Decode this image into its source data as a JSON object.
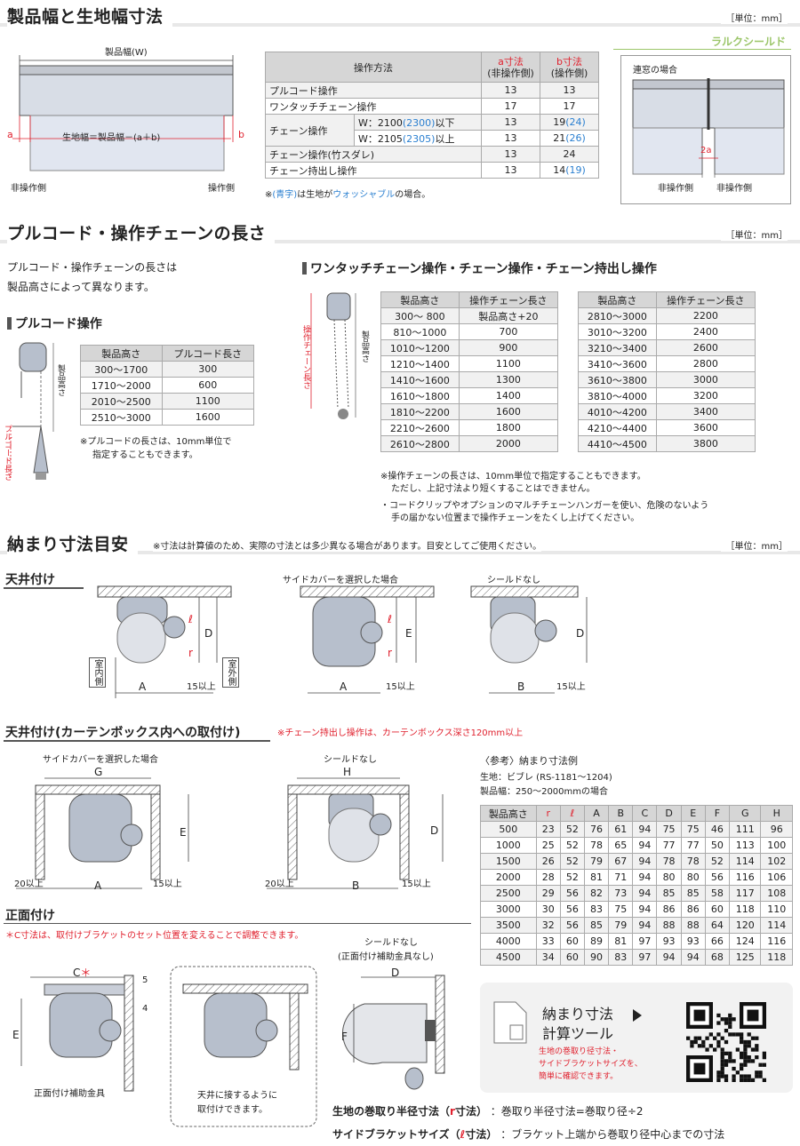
{
  "sec1": {
    "title": "製品幅と生地幅寸法",
    "unit": "［単位：mm］",
    "brand": "ラルクシールド",
    "fig": {
      "product_width": "製品幅(W)",
      "a": "a",
      "b": "b",
      "cloth": "生地幅＝製品幅－(a＋b)",
      "left": "非操作側",
      "right": "操作側"
    },
    "table": {
      "h_method": "操作方法",
      "h_a": "a寸法",
      "h_a2": "(非操作側)",
      "h_b": "b寸法",
      "h_b2": "(操作側)",
      "rows": [
        {
          "m": "プルコード操作",
          "a": "13",
          "b": "13"
        },
        {
          "m": "ワンタッチチェーン操作",
          "a": "17",
          "b": "17"
        },
        {
          "m": "チェーン操作",
          "sub1": "W：2100",
          "sub1b": "(2300)",
          "sub1c": "以下",
          "a1": "13",
          "b1": "19",
          "b1b": "(24)",
          "sub2": "W：2105",
          "sub2b": "(2305)",
          "sub2c": "以上",
          "a2": "13",
          "b2": "21",
          "b2b": "(26)"
        },
        {
          "m": "チェーン操作(竹スダレ)",
          "a": "13",
          "b": "24"
        },
        {
          "m": "チェーン持出し操作",
          "a": "13",
          "b": "14",
          "bb": "(19)"
        }
      ],
      "note1": "※",
      "note2": "(青字)",
      "note3": "は生地が",
      "note4": "ウォッシャブル",
      "note5": "の場合。"
    },
    "renso": {
      "title": "連窓の場合",
      "dim": "2a",
      "l": "非操作側",
      "r": "非操作側"
    }
  },
  "sec2": {
    "title": "プルコード・操作チェーンの長さ",
    "unit": "［単位：mm］",
    "intro1": "プルコード・操作チェーンの長さは",
    "intro2": "製品高さによって異なります。",
    "pull": {
      "title": "プルコード操作",
      "h1": "製品高さ",
      "h2": "プルコード長さ",
      "rows": [
        [
          "300～1700",
          "300"
        ],
        [
          "1710～2000",
          "600"
        ],
        [
          "2010～2500",
          "1100"
        ],
        [
          "2510～3000",
          "1600"
        ]
      ],
      "note1": "※プルコードの長さは、10mm単位で",
      "note2": "指定することもできます。",
      "fig_h": "製品高さ",
      "fig_c": "プルコード長さ"
    },
    "chain": {
      "title": "ワンタッチチェーン操作・チェーン操作・チェーン持出し操作",
      "h1": "製品高さ",
      "h2": "操作チェーン長さ",
      "rows1": [
        [
          "300～ 800",
          "製品高さ+20"
        ],
        [
          "810～1000",
          "700"
        ],
        [
          "1010～1200",
          "900"
        ],
        [
          "1210～1400",
          "1100"
        ],
        [
          "1410～1600",
          "1300"
        ],
        [
          "1610～1800",
          "1400"
        ],
        [
          "1810～2200",
          "1600"
        ],
        [
          "2210～2600",
          "1800"
        ],
        [
          "2610～2800",
          "2000"
        ]
      ],
      "rows2": [
        [
          "2810～3000",
          "2200"
        ],
        [
          "3010～3200",
          "2400"
        ],
        [
          "3210～3400",
          "2600"
        ],
        [
          "3410～3600",
          "2800"
        ],
        [
          "3610～3800",
          "3000"
        ],
        [
          "3810～4000",
          "3200"
        ],
        [
          "4010～4200",
          "3400"
        ],
        [
          "4210～4400",
          "3600"
        ],
        [
          "4410～4500",
          "3800"
        ]
      ],
      "note1": "※操作チェーンの長さは、10mm単位で指定することもできます。",
      "note2": "ただし、上記寸法より短くすることはできません。",
      "note3": "・コードクリップやオプションのマルチチェーンハンガーを使い、危険のないよう",
      "note4": "手の届かない位置まで操作チェーンをたくし上げてください。",
      "fig_c": "操作チェーン長さ",
      "fig_h": "製品高さ"
    }
  },
  "sec3": {
    "title": "納まり寸法目安",
    "note": "※寸法は計算値のため、実際の寸法とは多少異なる場合があります。目安としてご使用ください。",
    "unit": "［単位：mm］",
    "ceil": {
      "title": "天井付け",
      "f1": "",
      "f2": "サイドカバーを選択した場合",
      "f3": "シールドなし",
      "in": "室内側",
      "out": "室外側",
      "A": "A",
      "B": "B",
      "D": "D",
      "E": "E",
      "l": "ℓ",
      "r": "r",
      "m15": "15以上"
    },
    "box": {
      "title": "天井付け(カーテンボックス内への取付け)",
      "note": "※チェーン持出し操作は、カーテンボックス深さ120mm以上",
      "f1": "サイドカバーを選択した場合",
      "f2": "シールドなし",
      "G": "G",
      "H": "H",
      "E": "E",
      "D": "D",
      "A": "A",
      "B": "B",
      "m20": "20以上",
      "m15": "15以上"
    },
    "front": {
      "title": "正面付け",
      "note": "＊C寸法は、取付けブラケットのセット位置を変えることで調整できます。",
      "C": "C",
      "star": "＊",
      "E": "E",
      "d5": "5",
      "d4": "4",
      "bracket": "正面付け補助金具",
      "alt1": "天井に接するように",
      "alt2": "取付けできます。",
      "f3a": "シールドなし",
      "f3b": "(正面付け補助金具なし)",
      "D": "D",
      "F": "F"
    },
    "ref": {
      "title": "〈参考〉納まり寸法例",
      "cloth": "生地：ビブレ (RS-1181～1204)",
      "width": "製品幅：250～2000mmの場合",
      "headers": [
        "製品高さ",
        "r",
        "ℓ",
        "A",
        "B",
        "C",
        "D",
        "E",
        "F",
        "G",
        "H"
      ],
      "rows": [
        [
          "500",
          "23",
          "52",
          "76",
          "61",
          "94",
          "75",
          "75",
          "46",
          "111",
          "96"
        ],
        [
          "1000",
          "25",
          "52",
          "78",
          "65",
          "94",
          "77",
          "77",
          "50",
          "113",
          "100"
        ],
        [
          "1500",
          "26",
          "52",
          "79",
          "67",
          "94",
          "78",
          "78",
          "52",
          "114",
          "102"
        ],
        [
          "2000",
          "28",
          "52",
          "81",
          "71",
          "94",
          "80",
          "80",
          "56",
          "116",
          "106"
        ],
        [
          "2500",
          "29",
          "56",
          "82",
          "73",
          "94",
          "85",
          "85",
          "58",
          "117",
          "108"
        ],
        [
          "3000",
          "30",
          "56",
          "83",
          "75",
          "94",
          "86",
          "86",
          "60",
          "118",
          "110"
        ],
        [
          "3500",
          "32",
          "56",
          "85",
          "79",
          "94",
          "88",
          "88",
          "64",
          "120",
          "114"
        ],
        [
          "4000",
          "33",
          "60",
          "89",
          "81",
          "97",
          "93",
          "93",
          "66",
          "124",
          "116"
        ],
        [
          "4500",
          "34",
          "60",
          "90",
          "83",
          "97",
          "94",
          "94",
          "68",
          "125",
          "118"
        ]
      ]
    },
    "tool": {
      "t1": "納まり寸法",
      "t2": "計算ツール",
      "d1": "生地の巻取り径寸法・",
      "d2": "サイドブラケットサイズを、",
      "d3": "簡単に確認できます。"
    },
    "foot1": {
      "label": "生地の巻取り半径寸法",
      "paren1": "（",
      "sym": "r",
      "paren2": "寸法）",
      "text": "：巻取り半径寸法=巻取り径÷2"
    },
    "foot2": {
      "label": "サイドブラケットサイズ",
      "paren1": "（",
      "sym": "ℓ",
      "paren2": "寸法）",
      "text": "：ブラケット上端から巻取り径中心までの寸法"
    }
  },
  "colors": {
    "accent": "#e0212e",
    "blue": "#2a7fd0",
    "brand": "#9cc66a"
  }
}
